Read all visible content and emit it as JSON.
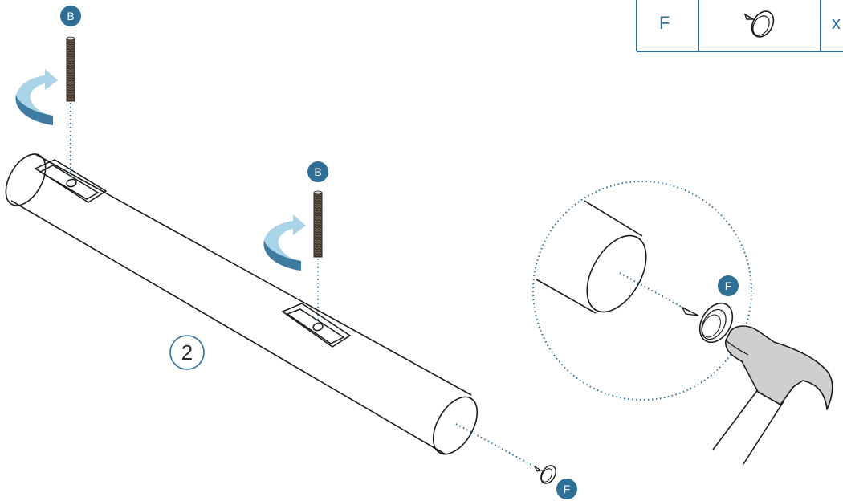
{
  "parts_table": {
    "part_label": "F",
    "part_icon": "furniture-glide-nail-icon",
    "quantity_text": "x"
  },
  "step_number": "2",
  "callouts": {
    "bolt_left": "B",
    "bolt_middle": "B",
    "glide_pipe_end": "F",
    "glide_detail": "F"
  },
  "colors": {
    "badge": "#2f6f96",
    "arrow_light": "#a9d3e6",
    "arrow_dark": "#3f7aa1",
    "line": "#1a1a1a",
    "dotted": "#2f6f96",
    "hammer_head": "#cfcfcf"
  },
  "icons": [
    "rotate-arrow-icon",
    "threaded-bolt-icon",
    "hammer-icon",
    "detail-magnifier-circle"
  ]
}
